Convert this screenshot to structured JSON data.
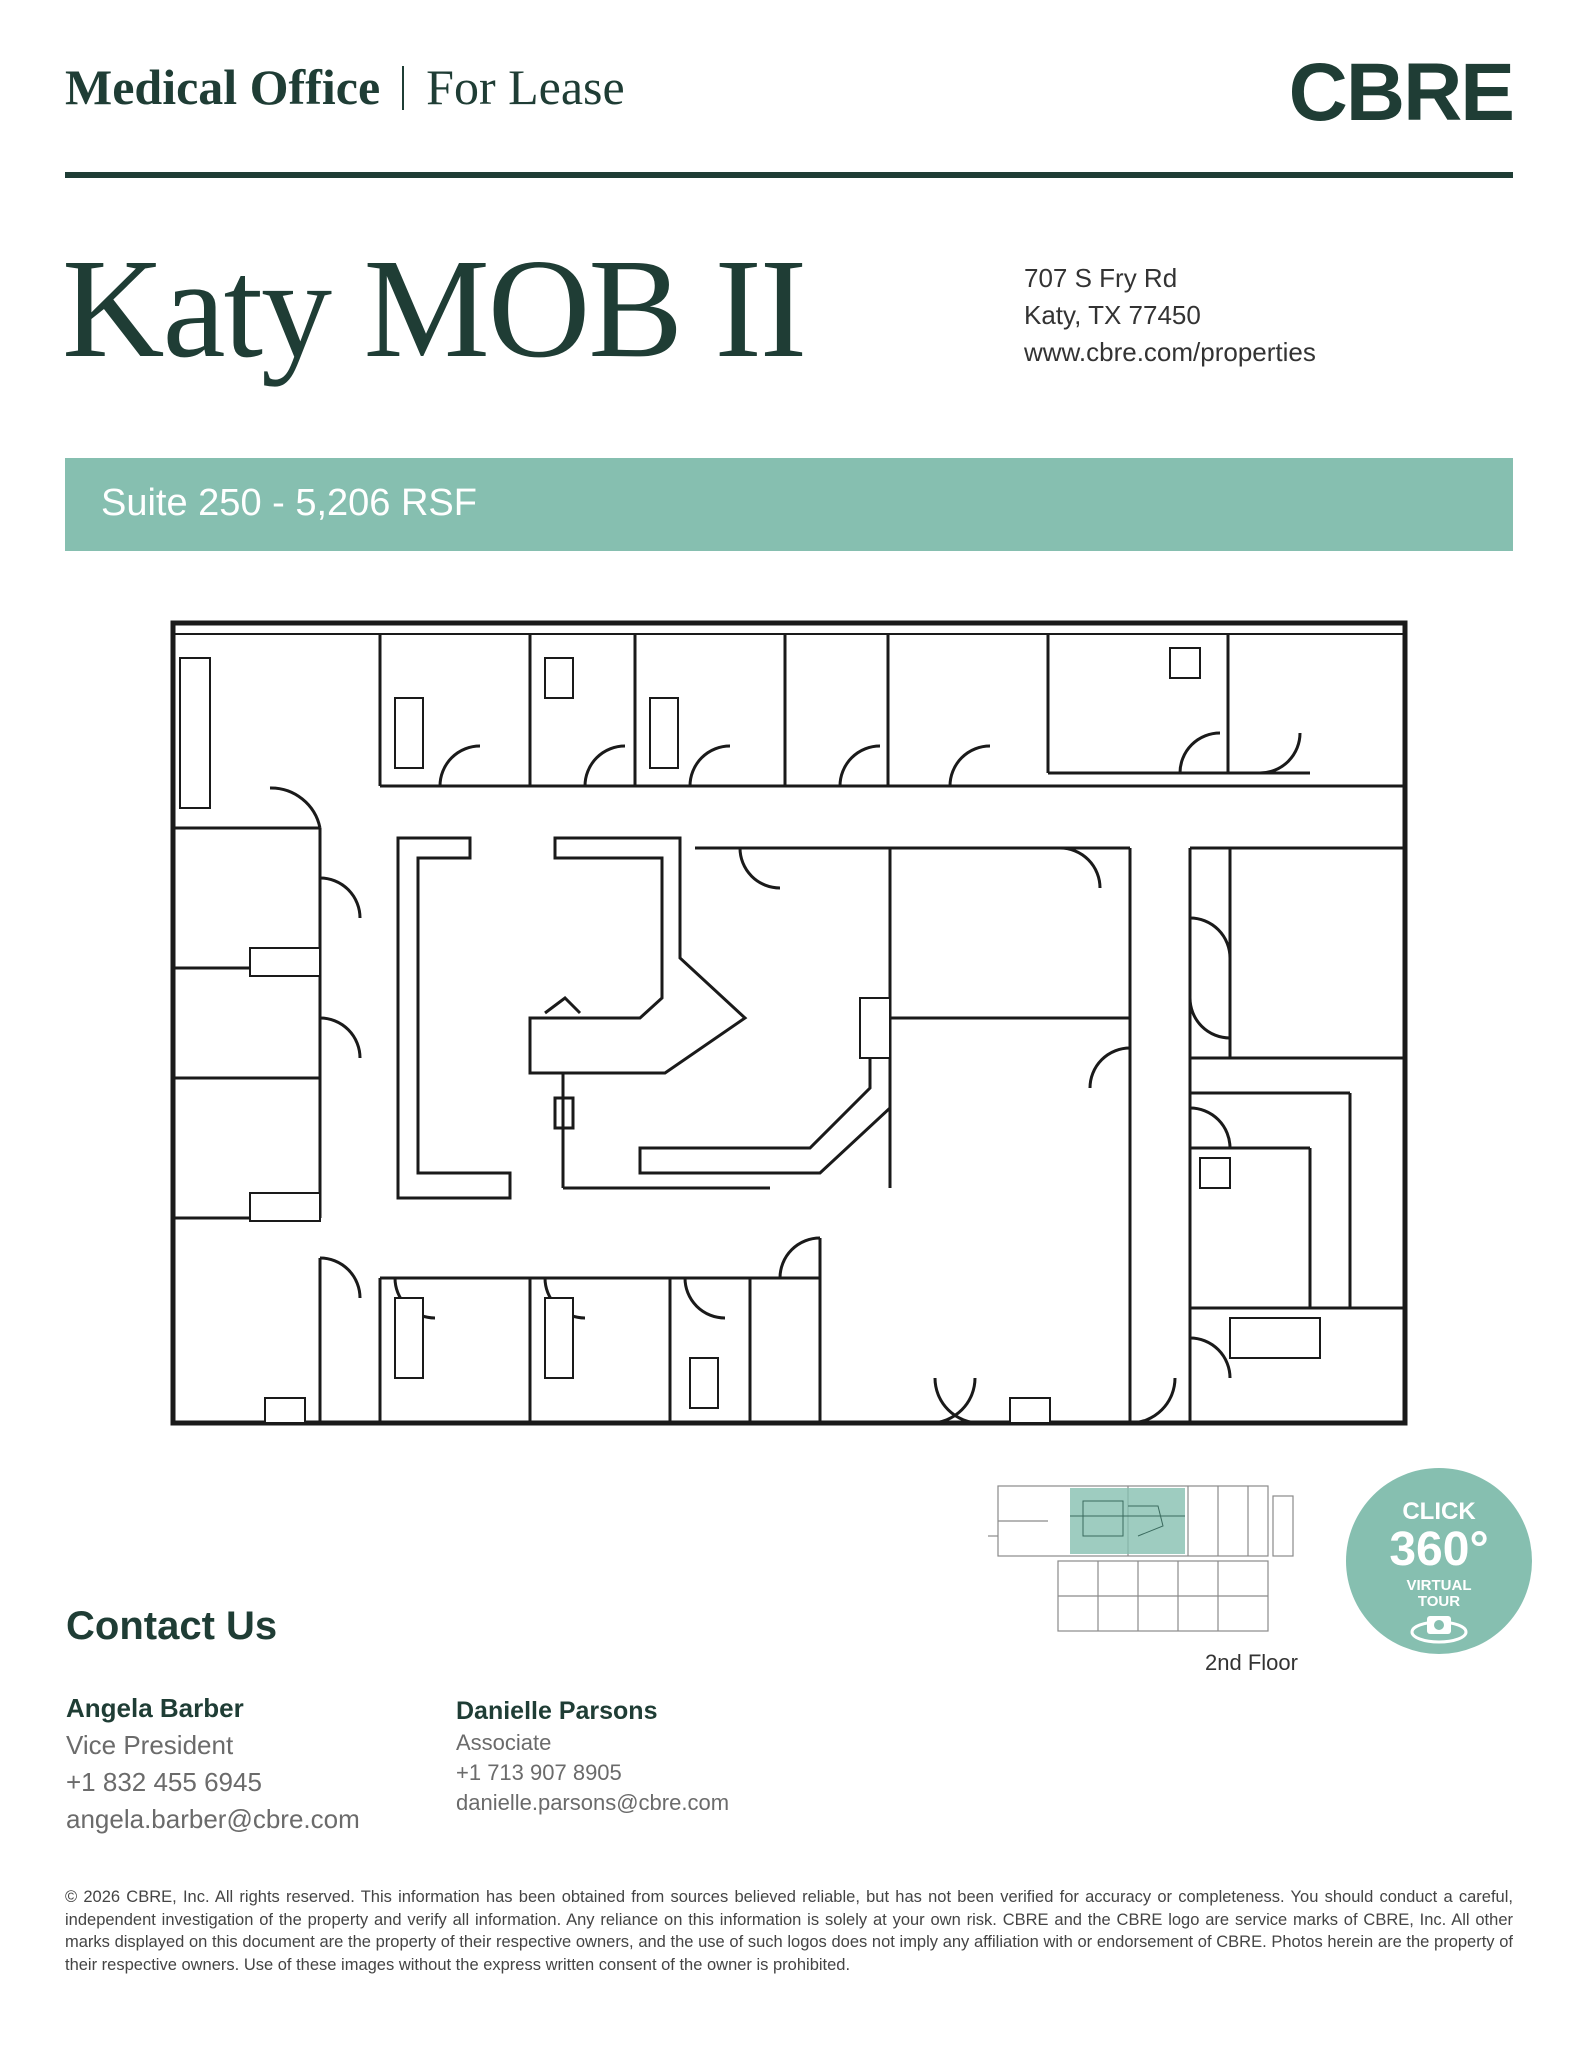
{
  "header": {
    "property_type": "Medical Office",
    "listing_type": "For Lease",
    "logo": "CBRE"
  },
  "property": {
    "name": "Katy MOB II",
    "address_line1": "707 S Fry Rd",
    "address_line2": "Katy, TX 77450",
    "website": "www.cbre.com/properties"
  },
  "suite": {
    "label": "Suite 250 - 5,206 RSF"
  },
  "keyplan": {
    "label": "2nd Floor"
  },
  "tour": {
    "click": "CLICK",
    "degrees": "360°",
    "virtual": "VIRTUAL",
    "tour": "TOUR",
    "icon": "camera-360-icon"
  },
  "contact": {
    "title": "Contact Us",
    "people": [
      {
        "name": "Angela Barber",
        "role": "Vice President",
        "phone": "+1 832 455 6945",
        "email": "angela.barber@cbre.com"
      },
      {
        "name": "Danielle Parsons",
        "role": "Associate",
        "phone": "+1 713 907 8905",
        "email": "danielle.parsons@cbre.com"
      }
    ]
  },
  "disclaimer": "© 2026 CBRE, Inc. All rights reserved. This information has been obtained from sources believed reliable, but has not been verified for accuracy or completeness. You should conduct a careful, independent investigation of the property and verify all information. Any reliance on this information is solely at your own risk. CBRE and the CBRE logo are service marks of CBRE, Inc. All other marks displayed on this document are the property of their respective owners, and the use of such logos does not imply any affiliation with or endorsement of CBRE. Photos herein are the property of their respective owners. Use of these images without the express written consent of the owner is prohibited.",
  "colors": {
    "brand_dark": "#1f3d35",
    "brand_accent": "#86bfb0"
  }
}
